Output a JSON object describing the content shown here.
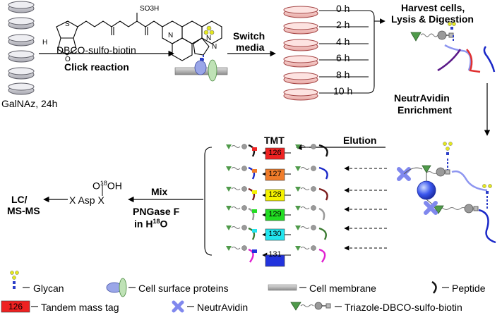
{
  "step1": {
    "label_reagent": "DBCO-sulfo-biotin",
    "label_reaction": "Click reaction",
    "label_start": "GalNAz, 24h",
    "label_switch_1": "Switch",
    "label_switch_2": "media",
    "struct_so3h": "SO3H",
    "struct_h": "H",
    "struct_s": "S",
    "struct_n": "N",
    "struct_o": "O",
    "struct_nn": "N",
    "struct_nn2": "N"
  },
  "timecourse": {
    "times": [
      "0 h",
      "2 h",
      "4 h",
      "6 h",
      "8 h",
      "10 h"
    ]
  },
  "harvest": {
    "line1": "Harvest cells,",
    "line2": "Lysis & Digestion"
  },
  "enrichment": {
    "line1": "NeutrAvidin",
    "line2": "Enrichment"
  },
  "elution": {
    "label": "Elution"
  },
  "tmt": {
    "label": "TMT",
    "channels": [
      {
        "label": "126",
        "color": "#ee2222"
      },
      {
        "label": "127",
        "color": "#f07c2a"
      },
      {
        "label": "128",
        "color": "#f5f200"
      },
      {
        "label": "129",
        "color": "#22dd22"
      },
      {
        "label": "130",
        "color": "#22e5ee"
      },
      {
        "label": "131",
        "color": "#2233dd"
      }
    ]
  },
  "mix": {
    "label": "Mix"
  },
  "pngase": {
    "line1": "PNGase F",
    "line2_prefix": "in H",
    "line2_sup": "18",
    "line2_suffix": "O"
  },
  "product": {
    "o_sup": "18",
    "oh_label": "OH",
    "o_label": "O",
    "chain": "X Asp X"
  },
  "lcms": {
    "line1": "LC/",
    "line2": "MS-MS"
  },
  "legend": {
    "glycan": "Glycan",
    "cell_surface_proteins": "Cell surface proteins",
    "cell_membrane": "Cell membrane",
    "peptide": "Peptide",
    "tmt_box_label": "126",
    "tandem_mass_tag": "Tandem mass tag",
    "neutravidin": "NeutrAvidin",
    "triazole": "Triazole-DBCO-sulfo-biotin"
  },
  "colors": {
    "dish_fill": "#c8c8cc",
    "dish_edge": "#6d6d75",
    "red_dish_fill": "#f6c9c6",
    "red_dish_edge": "#b94a4a",
    "glycan_yellow": "#e4e81e",
    "glycan_blue": "#2c3ec8",
    "protein_fill": "#9aa6e8",
    "membrane_green": "#bfe2b6",
    "triangle_green": "#4f9a4a",
    "neutravidin": "#8088ee",
    "bead": "#3b57ee",
    "peptide_black": "#111111"
  }
}
